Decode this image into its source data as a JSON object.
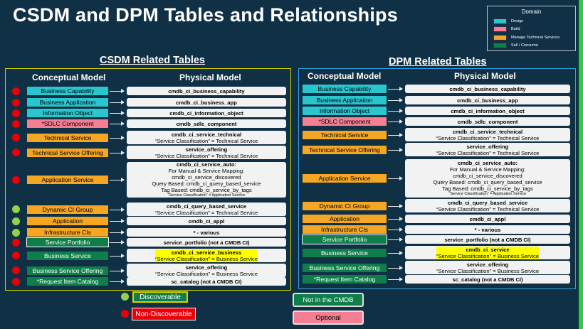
{
  "title": "CSDM and DPM Tables and Relationships",
  "colors": {
    "design": "#2bc5ce",
    "build": "#f47f93",
    "manage": "#f5a623",
    "sell": "#0f7e4a",
    "discoverable": "#92d050",
    "non_discoverable": "#e8000b"
  },
  "legend": {
    "title": "Domain",
    "items": [
      {
        "label": "Design",
        "color": "#2bc5ce"
      },
      {
        "label": "Build",
        "color": "#f47f93"
      },
      {
        "label": "Manage Technical Services",
        "color": "#f5a623"
      },
      {
        "label": "Sell / Consume",
        "color": "#0f7e4a"
      }
    ]
  },
  "csdm": {
    "title": "CSDM Related Tables",
    "conceptual_header": "Conceptual Model",
    "physical_header": "Physical Model",
    "rows": [
      {
        "status": "red",
        "concept": "Business Capability",
        "domain": "design",
        "physical": [
          "cmdb_ci_business_capability"
        ]
      },
      {
        "status": "red",
        "concept": "Business Application",
        "domain": "design",
        "physical": [
          "cmdb_ci_business_app"
        ]
      },
      {
        "status": "red",
        "concept": "Information Object",
        "domain": "design",
        "physical": [
          "cmdb_ci_information_object"
        ]
      },
      {
        "status": "red",
        "concept": "*SDLC Component",
        "domain": "build",
        "physical": [
          "cmdb_sdlc_component"
        ]
      },
      {
        "status": "red",
        "concept": "Technical Service",
        "domain": "manage",
        "physical": [
          "cmdb_ci_service_technical",
          "“Service Classification” = Technical Service"
        ]
      },
      {
        "status": "red",
        "concept": "Technical Service Offering",
        "domain": "manage",
        "physical": [
          "service_offering",
          "“Service Classification” = Technical Service"
        ]
      },
      {
        "status": "red",
        "concept": "Application Service",
        "domain": "manage",
        "physical": [
          "cmdb_ci_service_auto:",
          "For Manual & Service Mapping:",
          "cmdb_ci_service_discovered",
          "Query Based: cmdb_ci_query_based_service",
          "Tag Based: cmdb_ci_service_by_tags",
          "“Service Classification” = Application Service"
        ]
      },
      {
        "status": "green",
        "concept": "Dynamic CI Group",
        "domain": "manage",
        "physical": [
          "cmdb_ci_query_based_service",
          "“Service Classification” = Technical Service"
        ]
      },
      {
        "status": "green",
        "concept": "Application",
        "domain": "manage",
        "physical": [
          "cmdb_ci_appl"
        ]
      },
      {
        "status": "green",
        "concept": "Infrastructure CIs",
        "domain": "manage",
        "physical": [
          "* - various"
        ]
      },
      {
        "status": "red",
        "concept": "Service Portfolio",
        "domain": "sell",
        "outline": true,
        "physical": [
          "service_portfolio (not a CMDB CI)"
        ]
      },
      {
        "status": "red",
        "concept": "Business Service",
        "domain": "sell",
        "physical": [
          "cmdb_ci_service_business",
          "“Service Classification” = Business Service"
        ],
        "highlight": true
      },
      {
        "status": "red",
        "concept": "Business Service Offering",
        "domain": "sell",
        "physical": [
          "service_offering",
          "“Service Classification” = Business Service"
        ]
      },
      {
        "status": "red",
        "concept": "*Request Item Catalog",
        "domain": "sell",
        "physical": [
          "sc_catalog (not a CMDB CI)"
        ]
      }
    ]
  },
  "dpm": {
    "title": "DPM Related Tables",
    "conceptual_header": "Conceptual Model",
    "physical_header": "Physical Model",
    "rows": [
      {
        "concept": "Business Capability",
        "domain": "design",
        "physical": [
          "cmdb_ci_business_capability"
        ]
      },
      {
        "concept": "Business Application",
        "domain": "design",
        "physical": [
          "cmdb_ci_business_app"
        ]
      },
      {
        "concept": "Information Object",
        "domain": "design",
        "physical": [
          "cmdb_ci_information_object"
        ]
      },
      {
        "concept": "*SDLC Component",
        "domain": "build",
        "physical": [
          "cmdb_sdlc_component"
        ]
      },
      {
        "concept": "Technical Service",
        "domain": "manage",
        "physical": [
          "cmdb_ci_service_technical",
          "“Service Classification” = Technical Service"
        ]
      },
      {
        "concept": "Technical Service Offering",
        "domain": "manage",
        "physical": [
          "service_offering",
          "“Service Classification” = Technical Service"
        ]
      },
      {
        "concept": "Application Service",
        "domain": "manage",
        "physical": [
          "cmdb_ci_service_auto:",
          "For Manual & Service Mapping:",
          "cmdb_ci_service_discovered",
          "Query Based: cmdb_ci_query_based_service",
          "Tag Based: cmdb_ci_service_by_tags",
          "“Service Classification” = Application Service"
        ]
      },
      {
        "concept": "Dynamic CI Group",
        "domain": "manage",
        "physical": [
          "cmdb_ci_query_based_service",
          "“Service Classification” = Technical Service"
        ]
      },
      {
        "concept": "Application",
        "domain": "manage",
        "physical": [
          "cmdb_ci_appl"
        ]
      },
      {
        "concept": "Infrastructure CIs",
        "domain": "manage",
        "physical": [
          "* - various"
        ]
      },
      {
        "concept": "Service Portfolio",
        "domain": "sell",
        "outline": true,
        "physical": [
          "service_portfolio (not a CMDB CI)"
        ]
      },
      {
        "concept": "Business Service",
        "domain": "sell",
        "physical": [
          "cmdb_ci_service",
          "“Service Classification” = Business Service"
        ],
        "highlight": true
      },
      {
        "concept": "Business Service Offering",
        "domain": "sell",
        "physical": [
          "service_offering",
          "“Service Classification” = Business Service"
        ]
      },
      {
        "concept": "*Request Item Catalog",
        "domain": "sell",
        "physical": [
          "sc_catalog (not a CMDB CI)"
        ]
      }
    ]
  },
  "footer": {
    "discoverable": "Discoverable",
    "non_discoverable": "Non-Discoverable",
    "not_in_cmdb": "Not in the CMDB",
    "optional": "Optional"
  }
}
